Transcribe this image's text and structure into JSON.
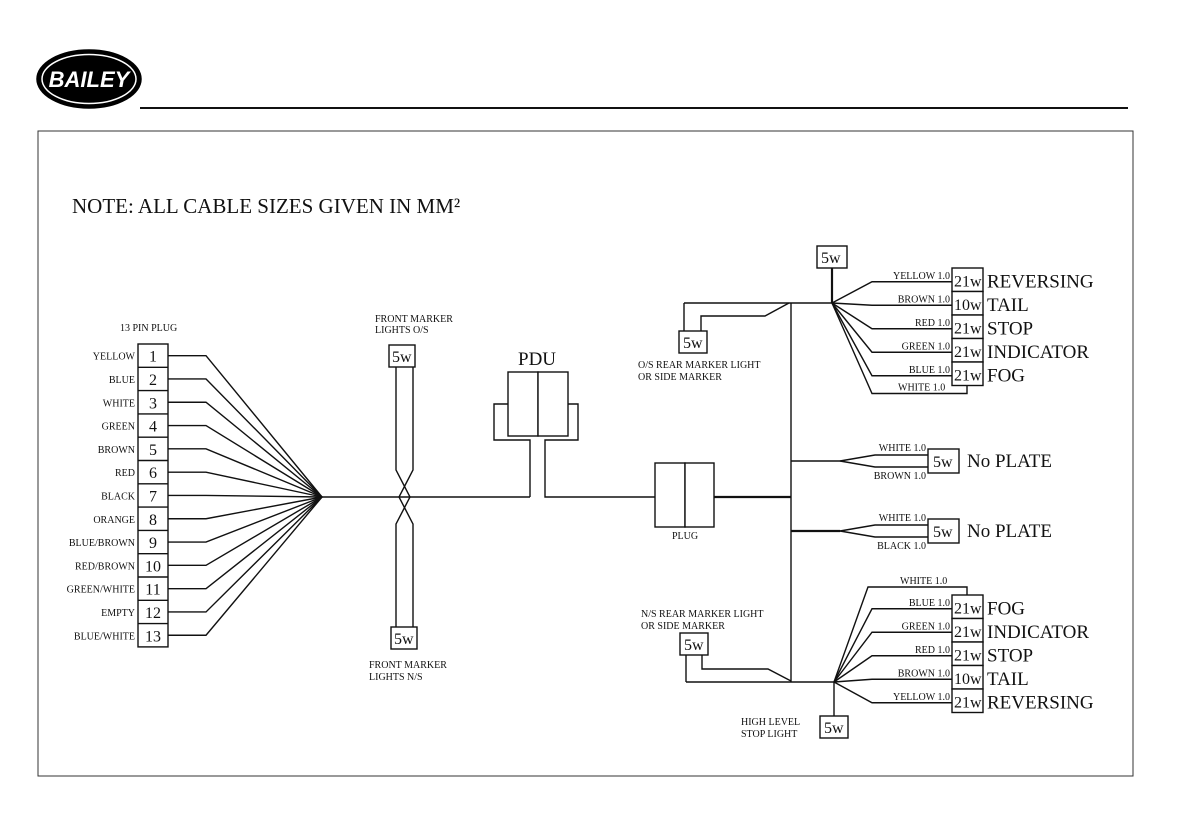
{
  "header": {
    "brand": "BAILEY"
  },
  "note": {
    "text": "NOTE: ALL CABLE SIZES GIVEN IN MM²"
  },
  "plug13": {
    "title": "13 PIN PLUG",
    "pins": [
      {
        "num": "1",
        "color": "YELLOW"
      },
      {
        "num": "2",
        "color": "BLUE"
      },
      {
        "num": "3",
        "color": "WHITE"
      },
      {
        "num": "4",
        "color": "GREEN"
      },
      {
        "num": "5",
        "color": "BROWN"
      },
      {
        "num": "6",
        "color": "RED"
      },
      {
        "num": "7",
        "color": "BLACK"
      },
      {
        "num": "8",
        "color": "ORANGE"
      },
      {
        "num": "9",
        "color": "BLUE/BROWN"
      },
      {
        "num": "10",
        "color": "RED/BROWN"
      },
      {
        "num": "11",
        "color": "GREEN/WHITE"
      },
      {
        "num": "12",
        "color": "EMPTY"
      },
      {
        "num": "13",
        "color": "BLUE/WHITE"
      }
    ]
  },
  "front_marker_os": {
    "label_line1": "FRONT MARKER",
    "label_line2": "LIGHTS O/S",
    "rating": "5w"
  },
  "front_marker_ns": {
    "label_line1": "FRONT MARKER",
    "label_line2": "LIGHTS N/S",
    "rating": "5w"
  },
  "pdu": {
    "label": "PDU"
  },
  "plug": {
    "label": "PLUG"
  },
  "os_rear_marker": {
    "label_line1": "O/S REAR MARKER LIGHT",
    "label_line2": "OR SIDE MARKER",
    "rating": "5w"
  },
  "ns_rear_marker": {
    "label_line1": "N/S REAR MARKER LIGHT",
    "label_line2": "OR SIDE MARKER",
    "rating": "5w"
  },
  "high_level_stop": {
    "label_line1": "HIGH LEVEL",
    "label_line2": "STOP LIGHT",
    "rating": "5w"
  },
  "top_cluster": {
    "top_rating": "5w",
    "rows": [
      {
        "wire": "YELLOW 1.0",
        "rating": "21w",
        "function": "REVERSING"
      },
      {
        "wire": "BROWN 1.0",
        "rating": "10w",
        "function": "TAIL"
      },
      {
        "wire": "RED 1.0",
        "rating": "21w",
        "function": "STOP"
      },
      {
        "wire": "GREEN 1.0",
        "rating": "21w",
        "function": "INDICATOR"
      },
      {
        "wire": "BLUE 1.0",
        "rating": "21w",
        "function": "FOG"
      }
    ],
    "ground_wire": "WHITE 1.0"
  },
  "plate_lights": [
    {
      "wire_top": "WHITE 1.0",
      "wire_bottom": "BROWN 1.0",
      "rating": "5w",
      "function": "No PLATE"
    },
    {
      "wire_top": "WHITE 1.0",
      "wire_bottom": "BLACK 1.0",
      "rating": "5w",
      "function": "No PLATE"
    }
  ],
  "bottom_cluster": {
    "ground_wire": "WHITE 1.0",
    "rows": [
      {
        "wire": "BLUE 1.0",
        "rating": "21w",
        "function": "FOG"
      },
      {
        "wire": "GREEN 1.0",
        "rating": "21w",
        "function": "INDICATOR"
      },
      {
        "wire": "RED 1.0",
        "rating": "21w",
        "function": "STOP"
      },
      {
        "wire": "BROWN 1.0",
        "rating": "10w",
        "function": "TAIL"
      },
      {
        "wire": "YELLOW 1.0",
        "rating": "21w",
        "function": "REVERSING"
      }
    ]
  }
}
